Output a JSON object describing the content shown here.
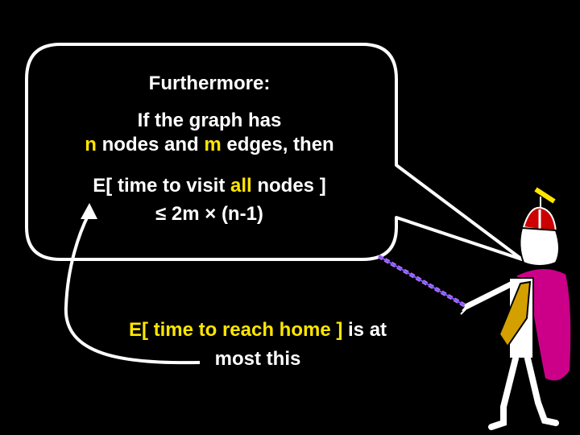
{
  "bubble": {
    "heading": "Furthermore:",
    "line1": "If the graph has",
    "line2_n": "n",
    "line2_mid": " nodes and ",
    "line2_m": "m",
    "line2_end": " edges, then",
    "bound_prefix": "E[ time to visit ",
    "bound_all": "all",
    "bound_suffix": " nodes ]",
    "bound_value": "≤ 2m × (n-1)"
  },
  "annotation": {
    "highlight": "E[ time to reach home ]",
    "rest": " is at",
    "line2": "most this"
  },
  "colors": {
    "background": "#000000",
    "text": "#ffffff",
    "highlight": "#ffe600",
    "bubble_border": "#ffffff",
    "pointer": "#cc66ff",
    "cape": "#cc0088",
    "tie": "#d4a000"
  }
}
